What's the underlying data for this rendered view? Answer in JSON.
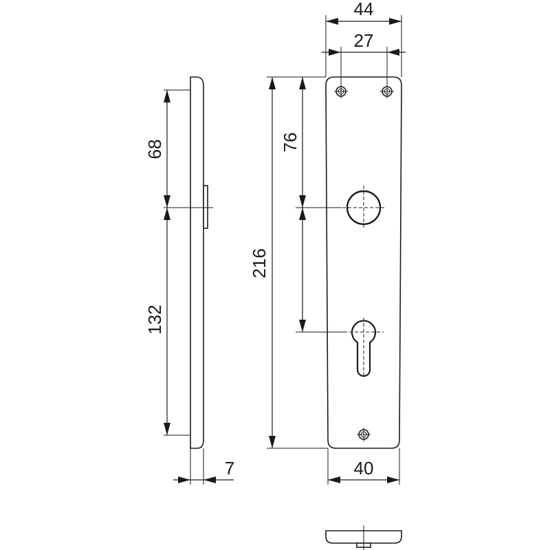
{
  "dimensions": {
    "outer_width": "44",
    "hole_spacing": "27",
    "top_to_handle": "68",
    "handle_to_keyhole": "132",
    "top_to_handle_front": "76",
    "total_height": "216",
    "thickness": "7",
    "base_width": "40"
  }
}
